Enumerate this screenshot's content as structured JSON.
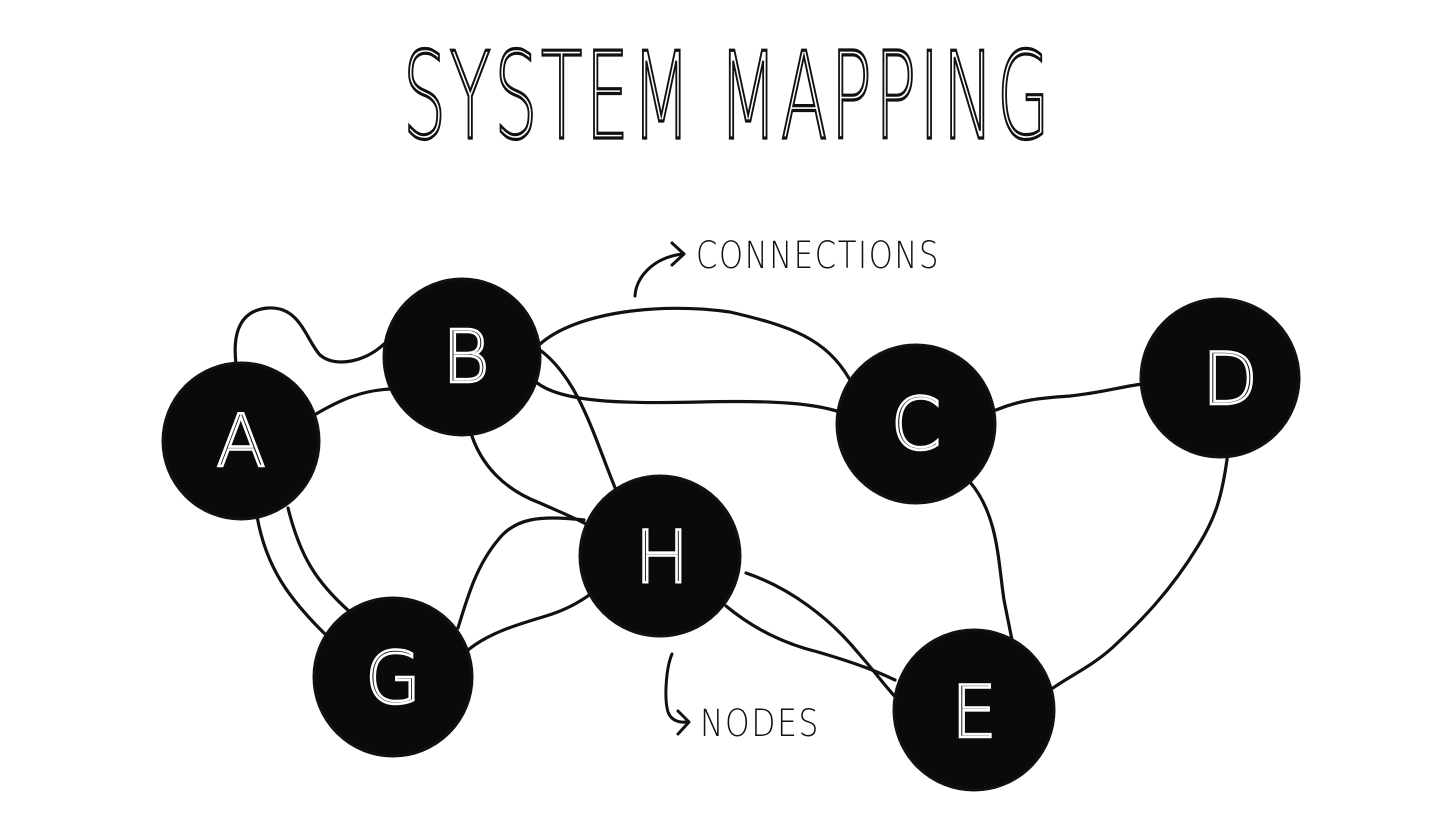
{
  "title": "SYSTEM MAPPING",
  "annotations": {
    "connections": "CONNECTIONS",
    "nodes": "NODES"
  },
  "nodes": [
    {
      "id": "A",
      "label": "A"
    },
    {
      "id": "B",
      "label": "B"
    },
    {
      "id": "C",
      "label": "C"
    },
    {
      "id": "D",
      "label": "D"
    },
    {
      "id": "E",
      "label": "E"
    },
    {
      "id": "G",
      "label": "G"
    },
    {
      "id": "H",
      "label": "H"
    }
  ],
  "edges": [
    {
      "from": "A",
      "to": "B"
    },
    {
      "from": "A",
      "to": "B"
    },
    {
      "from": "A",
      "to": "G"
    },
    {
      "from": "A",
      "to": "G"
    },
    {
      "from": "B",
      "to": "C"
    },
    {
      "from": "B",
      "to": "C"
    },
    {
      "from": "B",
      "to": "H"
    },
    {
      "from": "B",
      "to": "H"
    },
    {
      "from": "C",
      "to": "D"
    },
    {
      "from": "C",
      "to": "E"
    },
    {
      "from": "D",
      "to": "E"
    },
    {
      "from": "G",
      "to": "H"
    },
    {
      "from": "G",
      "to": "H"
    },
    {
      "from": "H",
      "to": "E"
    },
    {
      "from": "H",
      "to": "E"
    }
  ],
  "colors": {
    "node_fill": "#0a0a0a",
    "node_text": "#ffffff",
    "line": "#111111",
    "background": "#ffffff"
  }
}
